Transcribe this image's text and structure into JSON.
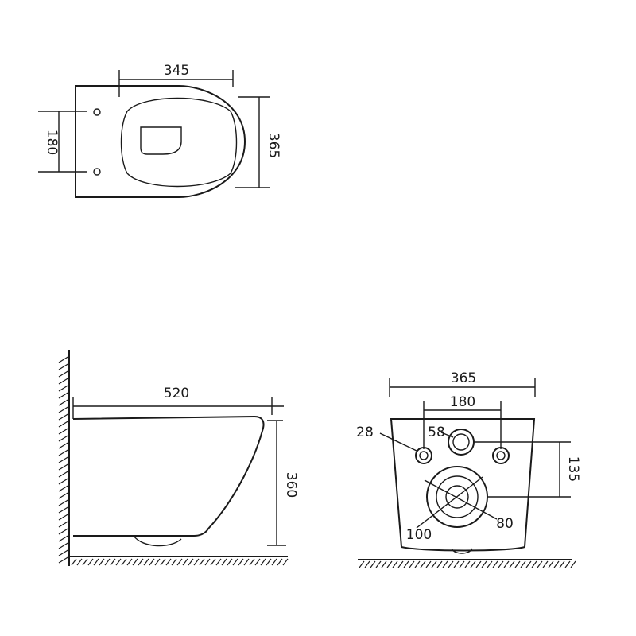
{
  "top_view": {
    "dims": {
      "length": "345",
      "width": "365",
      "mount_spacing": "180"
    }
  },
  "side_view": {
    "dims": {
      "length": "520",
      "height": "360"
    }
  },
  "rear_view": {
    "dims": {
      "width": "365",
      "mount_spacing": "180",
      "bolt_hole": "28",
      "inlet_hole": "58",
      "vertical_offset": "135",
      "outlet_outer": "100",
      "outlet_inner": "80"
    }
  }
}
